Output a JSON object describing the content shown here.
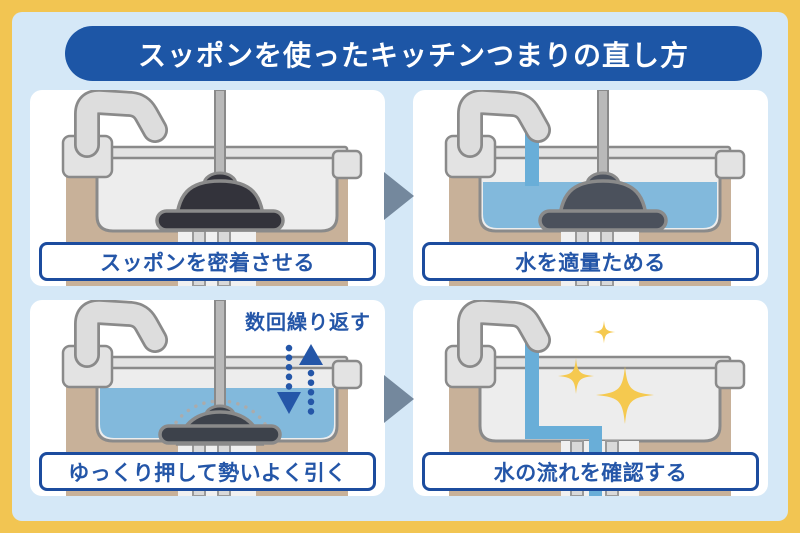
{
  "title": "スッポンを使ったキッチンつまりの直し方",
  "steps": [
    {
      "caption": "スッポンを密着させる"
    },
    {
      "caption": "水を適量ためる"
    },
    {
      "caption": "ゆっくり押して勢いよく引く",
      "annotation": "数回繰り返す"
    },
    {
      "caption": "水の流れを確認する"
    }
  ],
  "icons": {
    "step_arrow": "right-triangle-arrow",
    "repeat_push_arrow": "dotted-down-arrow",
    "repeat_pull_arrow": "dotted-up-arrow",
    "sparkles": "four-point-stars",
    "plunger": "plunger-on-drain",
    "faucet": "kitchen-faucet"
  },
  "colors": {
    "frame_yellow": "#F2C552",
    "canvas_blue": "#D5E8F7",
    "title_bar_blue": "#1D56A6",
    "caption_border_blue": "#1C4C9E",
    "caption_text_blue": "#2456A8",
    "water_blue": "#82B9DC",
    "stream_blue": "#69AED8",
    "cabinet_tan": "#C8B199",
    "counter_gray": "#E3E3E3",
    "outline_gray": "#8A8A8A",
    "plunger_dark": "#33333B",
    "step_arrow_slate": "#74889D",
    "sparkle_yellow": "#F5C94F"
  }
}
